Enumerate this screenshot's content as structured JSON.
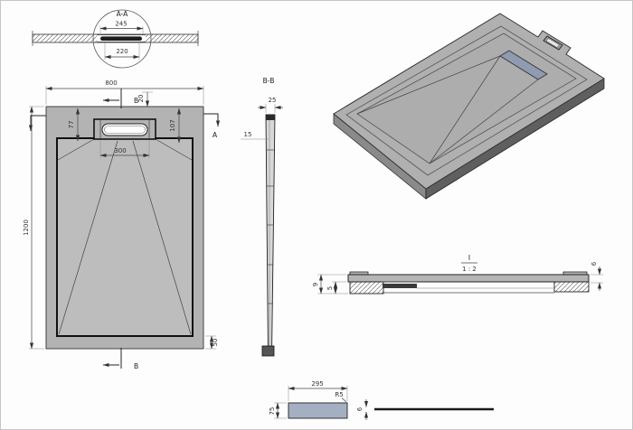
{
  "drawing": {
    "type": "technical-drawing",
    "subject": "rectangular shower tray with linear drain, multi-view CAD sheet"
  },
  "colors": {
    "tray_gray": "#b3b3b3",
    "floor_gray": "#bdbdbd",
    "iso_top": "#b0b0b0",
    "iso_side_dark": "#5f5f5f",
    "iso_side_mid": "#8a8a8a",
    "cover_blue": "#a5afc2",
    "line_dark": "#222222"
  },
  "detail_aa": {
    "label": "A-A",
    "dim_opening": "245",
    "dim_cover": "220"
  },
  "plan": {
    "dim_width": "800",
    "dim_length": "1200",
    "dim_left_inset": "77",
    "dim_right_inset": "107",
    "dim_drain_width": "300",
    "dim_bottom_inset": "50",
    "dim_drain_offset": "20",
    "section_b_top": "B",
    "section_b_bottom": "B",
    "section_a_right": "A"
  },
  "section_bb": {
    "label": "B-B",
    "dim_top": "25",
    "dim_side": "15"
  },
  "detail_i": {
    "label": "I",
    "scale": "1 : 2",
    "dim_edge_height": "6",
    "dim_left_outer": "9",
    "dim_left_inner": "5"
  },
  "cover_detail": {
    "dim_width": "295",
    "dim_height": "75",
    "radius": "R5",
    "dim_thickness": "6"
  }
}
